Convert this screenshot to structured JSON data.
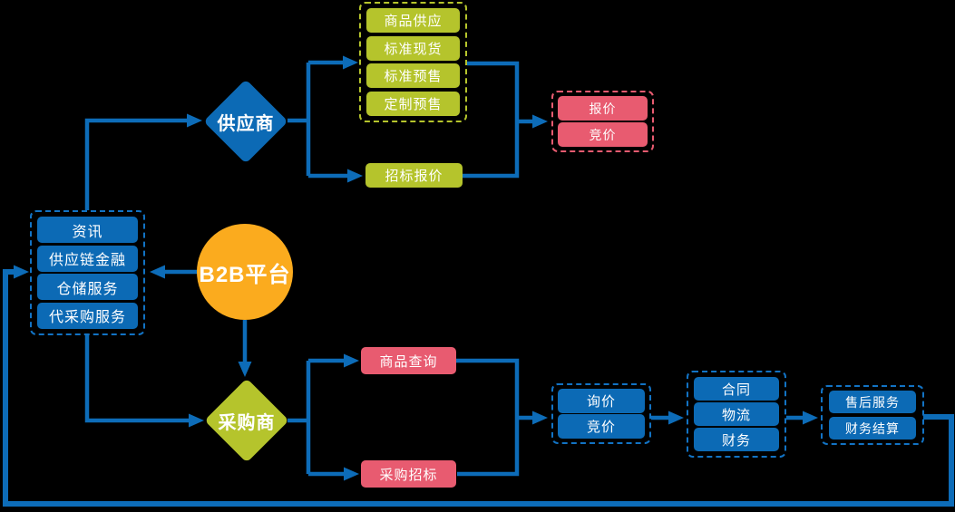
{
  "colors": {
    "blue": "#0c6ab5",
    "green": "#b5c42c",
    "red": "#e85b70",
    "orange": "#fbab1e",
    "line_blue": "#0d6cb8",
    "background": "#000000",
    "text": "#ffffff"
  },
  "platform": {
    "label": "B2B平台"
  },
  "supplier": {
    "label": "供应商"
  },
  "buyer": {
    "label": "采购商"
  },
  "services": {
    "items": [
      "资讯",
      "供应链金融",
      "仓储服务",
      "代采购服务"
    ]
  },
  "supply_modes": {
    "items": [
      "商品供应",
      "标准现货",
      "标准预售",
      "定制预售"
    ]
  },
  "tender_quote": {
    "label": "招标报价"
  },
  "supplier_pricing": {
    "items": [
      "报价",
      "竞价"
    ]
  },
  "product_query": {
    "label": "商品查询"
  },
  "purchase_tender": {
    "label": "采购招标"
  },
  "buyer_pricing": {
    "items": [
      "询价",
      "竞价"
    ]
  },
  "transaction": {
    "items": [
      "合同",
      "物流",
      "财务"
    ]
  },
  "after_sales": {
    "items": [
      "售后服务",
      "财务结算"
    ]
  }
}
